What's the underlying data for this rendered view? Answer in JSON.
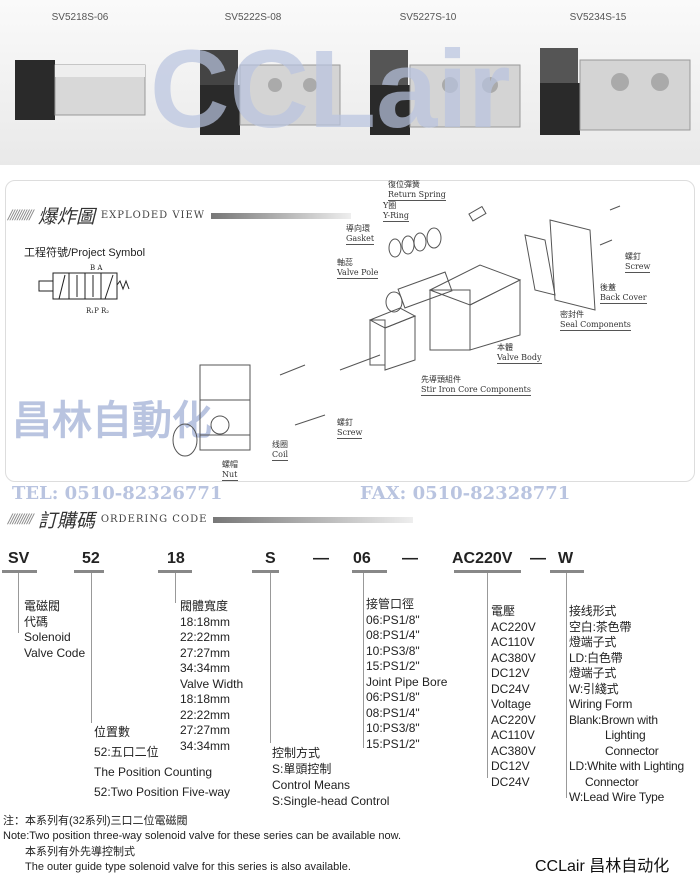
{
  "models": [
    "SV5218S-06",
    "SV5222S-08",
    "SV5227S-10",
    "SV5234S-15"
  ],
  "watermark": {
    "brand": "CCLair",
    "brand_zh": "昌林自動化",
    "tel": "TEL: 0510-82326771",
    "fax": "FAX: 0510-82328771"
  },
  "exploded": {
    "title_zh": "爆炸圖",
    "title_en": "EXPLODED VIEW",
    "project_symbol": "工程符號/Project Symbol",
    "symbol_ports": {
      "top": "B  A",
      "bottom": "R₁P R₂"
    },
    "parts": [
      {
        "zh": "復位彈簧",
        "en": "Return Spring"
      },
      {
        "zh": "Y圈",
        "en": "Y-Ring"
      },
      {
        "zh": "導向環",
        "en": "Gasket"
      },
      {
        "zh": "軸蕊",
        "en": "Valve Pole"
      },
      {
        "zh": "螺釘",
        "en": "Screw"
      },
      {
        "zh": "後蓋",
        "en": "Back Cover"
      },
      {
        "zh": "密封件",
        "en": "Seal Components"
      },
      {
        "zh": "本體",
        "en": "Valve Body"
      },
      {
        "zh": "先導頭組件",
        "en": "Stir Iron Core Components"
      },
      {
        "zh": "螺釘",
        "en": "Screw"
      },
      {
        "zh": "线圈",
        "en": "Coil"
      },
      {
        "zh": "螺帽",
        "en": "Nut"
      }
    ]
  },
  "ordering": {
    "title_zh": "訂購碼",
    "title_en": "ORDERING CODE",
    "code": [
      "SV",
      "52",
      "18",
      "S",
      "—",
      "06",
      "—",
      "AC220V",
      "—",
      "W"
    ],
    "solenoid": [
      "電磁閥",
      "代碼",
      "Solenoid",
      "Valve Code"
    ],
    "width": [
      "閥體寬度",
      "18:18mm",
      "22:22mm",
      "27:27mm",
      "34:34mm",
      "Valve Width",
      "18:18mm",
      "22:22mm",
      "27:27mm",
      "34:34mm"
    ],
    "position": [
      "位置數",
      "52:五口二位",
      "The Position Counting",
      "52:Two Position Five-way"
    ],
    "control": [
      "控制方式",
      "S:單頭控制",
      "Control Means",
      "S:Single-head Control"
    ],
    "pipe": [
      "接管口徑",
      "06:PS1/8\"",
      "08:PS1/4\"",
      "10:PS3/8\"",
      "15:PS1/2\"",
      "Joint Pipe Bore",
      "06:PS1/8\"",
      "08:PS1/4\"",
      "10:PS3/8\"",
      "15:PS1/2\""
    ],
    "voltage": [
      "電壓",
      "AC220V",
      "AC110V",
      "AC380V",
      "DC12V",
      "DC24V",
      "Voltage",
      "AC220V",
      "AC110V",
      "AC380V",
      "DC12V",
      "DC24V"
    ],
    "wiring": [
      "接线形式",
      "空白:茶色帶",
      "燈端子式",
      "LD:白色帶",
      "燈端子式",
      "W:引綫式",
      "Wiring Form",
      "Blank:Brown with",
      "Lighting",
      "Connector",
      "LD:White with Lighting",
      "Connector",
      "W:Lead Wire Type"
    ]
  },
  "notes": [
    "注：本系列有(32系列)三口二位電磁閥",
    "Note:Two position three-way solenoid valve for these series can be available now.",
    "本系列有外先導控制式",
    "The outer guide type solenoid valve for this series is also available."
  ],
  "footer_brand": "CCLair 昌林自动化"
}
